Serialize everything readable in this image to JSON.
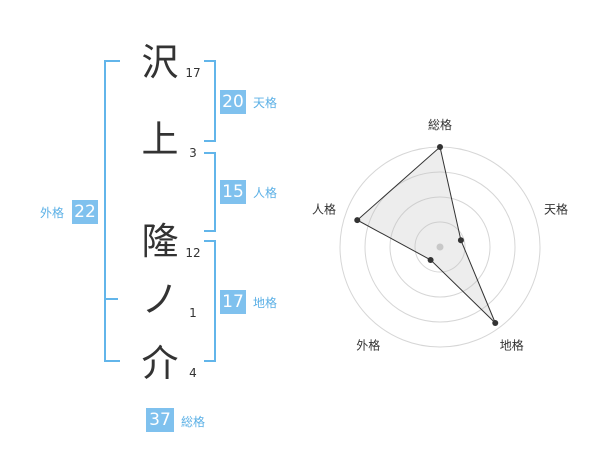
{
  "name": {
    "chars": [
      {
        "char": "沢",
        "strokes": "17"
      },
      {
        "char": "上",
        "strokes": "3"
      },
      {
        "char": "隆",
        "strokes": "12"
      },
      {
        "char": "ノ",
        "strokes": "1"
      },
      {
        "char": "介",
        "strokes": "4"
      }
    ]
  },
  "kaku": {
    "tenkaku": {
      "value": "20",
      "label": "天格"
    },
    "jinkaku": {
      "value": "15",
      "label": "人格"
    },
    "chikaku": {
      "value": "17",
      "label": "地格"
    },
    "gaikaku": {
      "value": "22",
      "label": "外格"
    },
    "soukaku": {
      "value": "37",
      "label": "総格"
    }
  },
  "colors": {
    "accent": "#7fc1ee",
    "bracket": "#62b5ea",
    "label": "#5bb0e6",
    "text": "#333333"
  },
  "chart_data": {
    "type": "radar",
    "axes": [
      "総格",
      "天格",
      "地格",
      "外格",
      "人格"
    ],
    "values": [
      1.0,
      0.22,
      0.94,
      0.16,
      0.87
    ],
    "range": [
      0,
      1
    ],
    "rings": 4
  }
}
